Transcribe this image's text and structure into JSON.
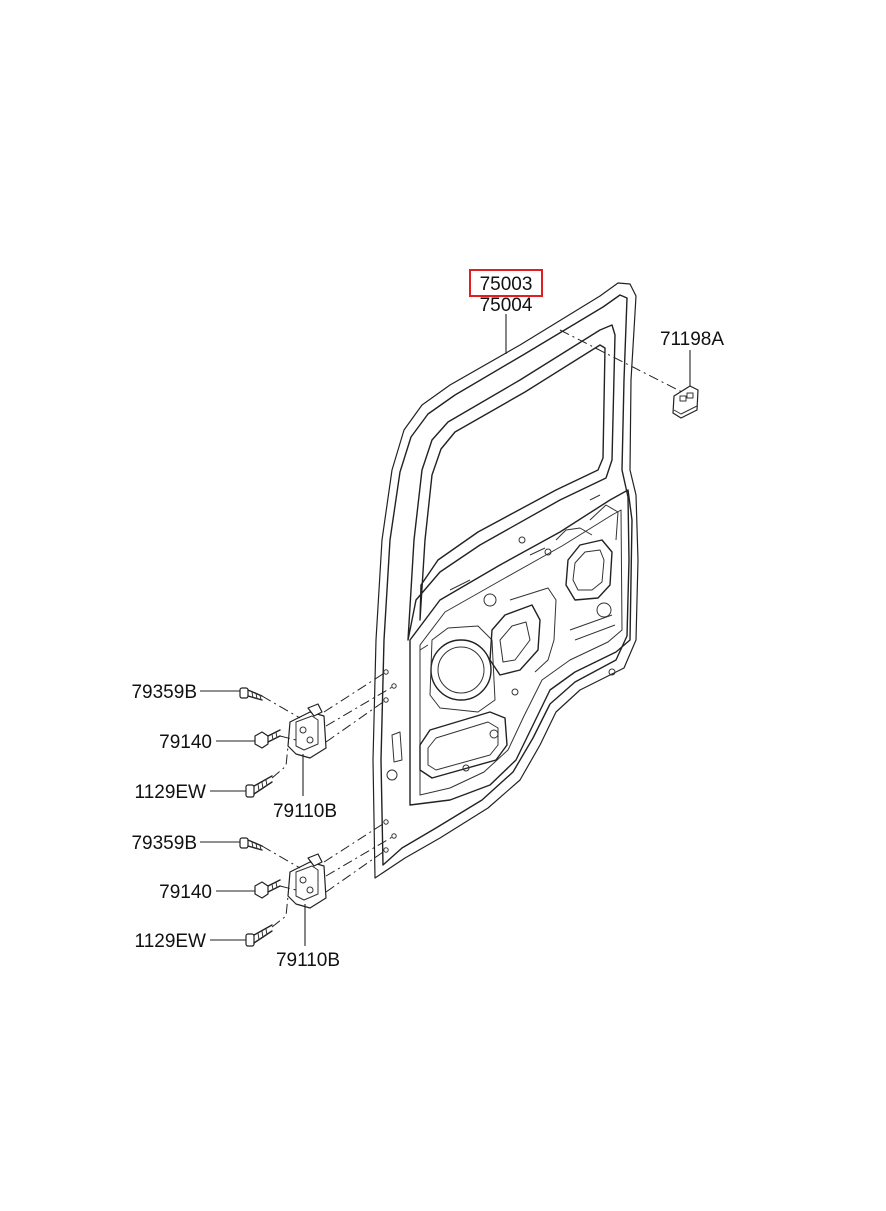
{
  "diagram": {
    "highlight_color": "#e02020",
    "parts": {
      "door_main": "75003",
      "door_alt": "75004",
      "cap": "71198A",
      "bolt_upper_1": "79359B",
      "bolt_upper_2": "79140",
      "screw_upper": "1129EW",
      "hinge_upper": "79110B",
      "bolt_lower_1": "79359B",
      "bolt_lower_2": "79140",
      "screw_lower": "1129EW",
      "hinge_lower": "79110B"
    }
  }
}
